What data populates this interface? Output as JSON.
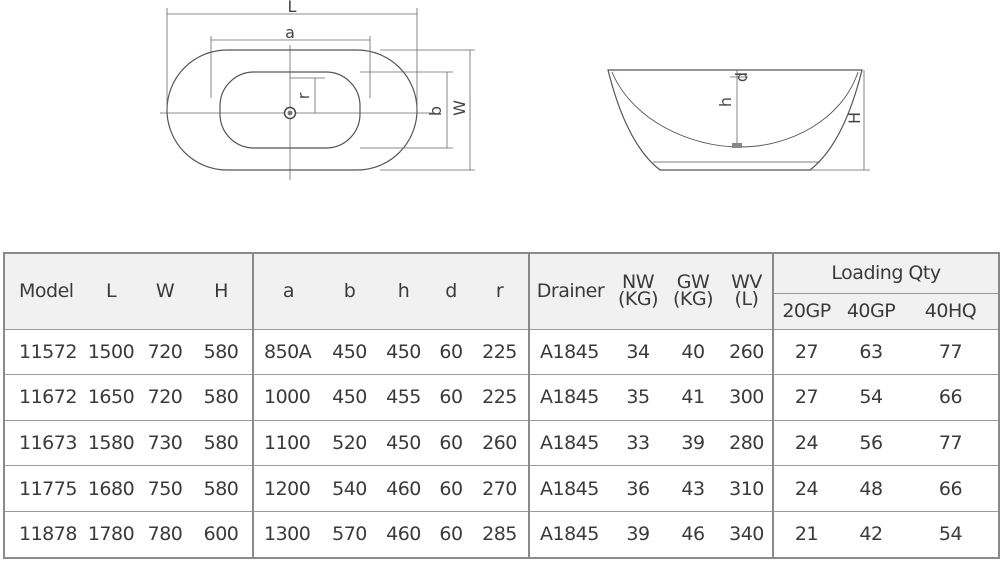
{
  "drawing": {
    "top_labels": {
      "L": "L",
      "a": "a",
      "r": "r",
      "b": "b",
      "W": "W"
    },
    "side_labels": {
      "h": "h",
      "d": "d",
      "H": "H"
    }
  },
  "table": {
    "headers": {
      "model": "Model",
      "L": "L",
      "W": "W",
      "H": "H",
      "a": "a",
      "b": "b",
      "h": "h",
      "d": "d",
      "r": "r",
      "drainer": "Drainer",
      "nw": [
        "NW",
        "(KG)"
      ],
      "gw": [
        "GW",
        "(KG)"
      ],
      "wv": [
        "WV",
        "(L)"
      ],
      "loading": "Loading Qty",
      "gp20": "20GP",
      "gp40": "40GP",
      "hq40": "40HQ"
    },
    "rows": [
      {
        "model": "11572",
        "L": "1500",
        "W": "720",
        "H": "580",
        "a": "850A",
        "b": "450",
        "h": "450",
        "d": "60",
        "r": "225",
        "drainer": "A1845",
        "nw": "34",
        "gw": "40",
        "wv": "260",
        "gp20": "27",
        "gp40": "63",
        "hq40": "77"
      },
      {
        "model": "11672",
        "L": "1650",
        "W": "720",
        "H": "580",
        "a": "1000",
        "b": "450",
        "h": "455",
        "d": "60",
        "r": "225",
        "drainer": "A1845",
        "nw": "35",
        "gw": "41",
        "wv": "300",
        "gp20": "27",
        "gp40": "54",
        "hq40": "66"
      },
      {
        "model": "11673",
        "L": "1580",
        "W": "730",
        "H": "580",
        "a": "1100",
        "b": "520",
        "h": "450",
        "d": "60",
        "r": "260",
        "drainer": "A1845",
        "nw": "33",
        "gw": "39",
        "wv": "280",
        "gp20": "24",
        "gp40": "56",
        "hq40": "77"
      },
      {
        "model": "11775",
        "L": "1680",
        "W": "750",
        "H": "580",
        "a": "1200",
        "b": "540",
        "h": "460",
        "d": "60",
        "r": "270",
        "drainer": "A1845",
        "nw": "36",
        "gw": "43",
        "wv": "310",
        "gp20": "24",
        "gp40": "48",
        "hq40": "66"
      },
      {
        "model": "11878",
        "L": "1780",
        "W": "780",
        "H": "600",
        "a": "1300",
        "b": "570",
        "h": "460",
        "d": "60",
        "r": "285",
        "drainer": "A1845",
        "nw": "39",
        "gw": "46",
        "wv": "340",
        "gp20": "21",
        "gp40": "42",
        "hq40": "54"
      }
    ]
  }
}
